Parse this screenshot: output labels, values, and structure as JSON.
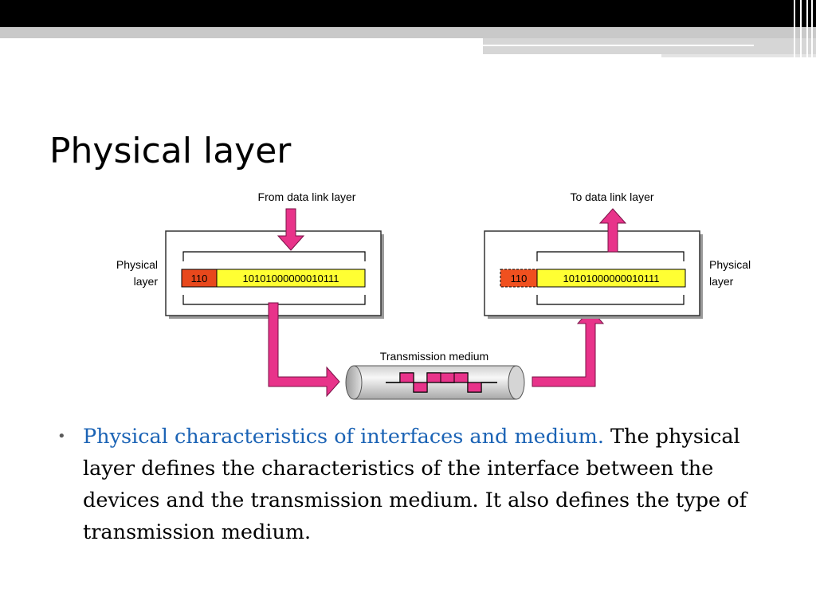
{
  "slide": {
    "title": "Physical layer",
    "bullet": {
      "marker": "•",
      "lead": "Physical characteristics of interfaces and medium.",
      "text": " The physical layer defines the characteristics of the interface between the devices and the transmission medium. It also defines the type of transmission medium."
    }
  },
  "diagram": {
    "sender": {
      "top_label": "From data link layer",
      "side_label_line1": "Physical",
      "side_label_line2": "layer",
      "header": "110",
      "payload": "10101000000010111"
    },
    "receiver": {
      "top_label": "To data link layer",
      "side_label_line1": "Physical",
      "side_label_line2": "layer",
      "header": "110",
      "payload": "10101000000010111"
    },
    "medium": {
      "label": "Transmission medium"
    },
    "colors": {
      "arrow": "#e8338a",
      "header_sender": "#e8481c",
      "header_receiver": "#f0501f",
      "payload": "#ffff33",
      "box_shadow": "#9a9a9a"
    }
  }
}
